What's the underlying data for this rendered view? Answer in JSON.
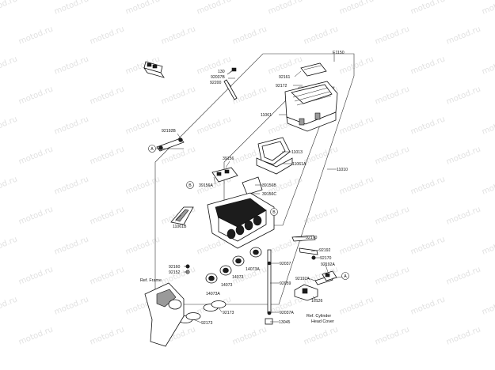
{
  "diagram": {
    "code": "E1150",
    "watermark": "motod.ru",
    "callout_a": "A",
    "callout_b": "B",
    "refs": {
      "frame": "Ref. Frame",
      "cyl_line1": "Ref. Cylinder",
      "cyl_line2": "Head Cover"
    },
    "parts": {
      "p130": "130",
      "p92037b": "92037B",
      "p92200": "92200",
      "p92161": "92161",
      "p92172": "92172",
      "p11061": "11061",
      "p92192b": "92192B",
      "p11013": "11013",
      "p11061a": "11061A",
      "p11010": "11010",
      "p39156": "39156",
      "p39156a": "39156A",
      "p39156b": "39156B",
      "p39156c": "39156C",
      "p11061b": "11061B",
      "p92170a": "92170",
      "p92192": "92192",
      "p92170b": "92170",
      "p92160": "92160",
      "p92152": "92152",
      "p92037": "92037",
      "p14073a1": "14073A",
      "p14073a": "14073",
      "p14073b": "14073",
      "p14073a2": "14073A",
      "p92059": "92059",
      "p92192a": "92192A",
      "p92192a2": "92192A",
      "p16126": "16126",
      "p92173a": "92173",
      "p92173b": "92173",
      "p92037a": "92037A",
      "p13045": "13045"
    }
  }
}
